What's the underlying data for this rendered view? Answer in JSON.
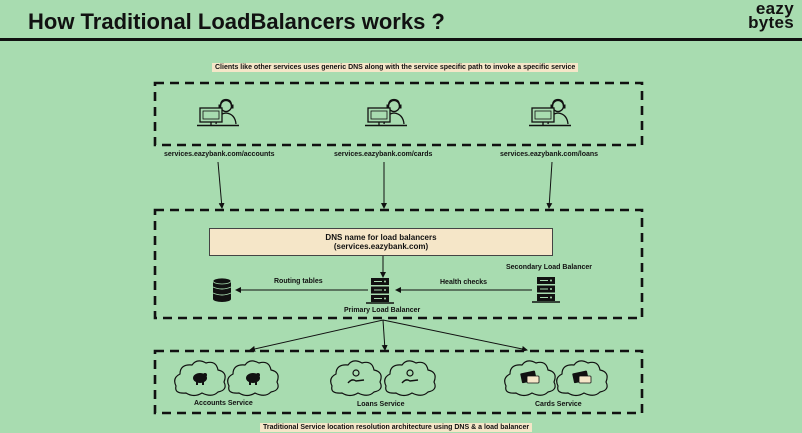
{
  "header": {
    "title": "How Traditional LoadBalancers works ?",
    "logo_line1": "eazy",
    "logo_line2": "bytes"
  },
  "intro_caption": "Clients like other services uses generic DNS along with the service specific path to invoke a specific service",
  "clients": [
    {
      "url": "services.eazybank.com/accounts",
      "icon": "user-at-computer-icon"
    },
    {
      "url": "services.eazybank.com/cards",
      "icon": "user-at-computer-icon"
    },
    {
      "url": "services.eazybank.com/loans",
      "icon": "user-at-computer-icon"
    }
  ],
  "dns": {
    "line1": "DNS name for load balancers",
    "line2": "(services.eazybank.com)"
  },
  "routing_tables_label": "Routing tables",
  "health_checks_label": "Health checks",
  "primary_lb_label": "Primary Load Balancer",
  "secondary_lb_label": "Secondary Load  Balancer",
  "services": [
    {
      "label": "Accounts Service",
      "icon": "cloud-pig-icon"
    },
    {
      "label": "Loans Service",
      "icon": "cloud-hand-coin-icon"
    },
    {
      "label": "Cards Service",
      "icon": "cloud-card-icon"
    }
  ],
  "footer_caption": "Traditional Service location resolution architecture using DNS & a load balancer",
  "colors": {
    "background": "#a8dcb0",
    "highlight": "#f5e6c8",
    "stroke": "#111111",
    "cloud_fill": "#a8dcb0"
  }
}
